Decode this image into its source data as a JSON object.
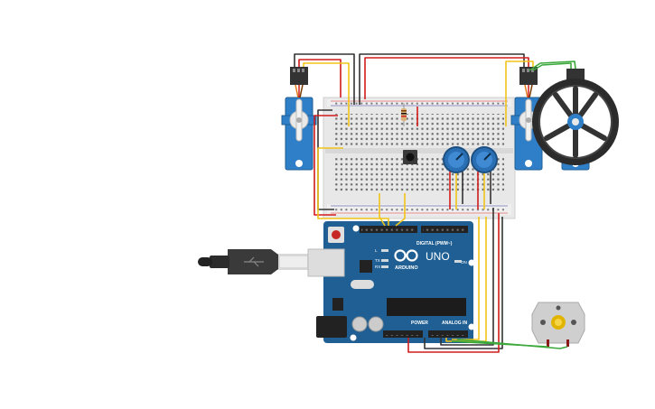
{
  "board": {
    "logo_text": "ARDUINO",
    "model": "UNO",
    "digital_label": "DIGITAL (PWM~)",
    "power_label": "POWER",
    "analog_label": "ANALOG IN",
    "on_label": "ON",
    "tx_label": "TX",
    "rx_label": "RX",
    "l_label": "L"
  },
  "colors": {
    "board_blue": "#1f5f93",
    "breadboard": "#e6e6e6",
    "servo_blue": "#2f7fc8",
    "wire_red": "#d11c1c",
    "wire_black": "#333333",
    "wire_yellow": "#f0c419",
    "wire_green": "#3aa83a",
    "wire_orange": "#e07b1a"
  },
  "components": [
    "usb-cable",
    "arduino-uno",
    "breadboard",
    "servo-left",
    "servo-right",
    "wheel",
    "pushbutton",
    "potentiometer-1",
    "potentiometer-2",
    "resistor",
    "dc-motor"
  ]
}
